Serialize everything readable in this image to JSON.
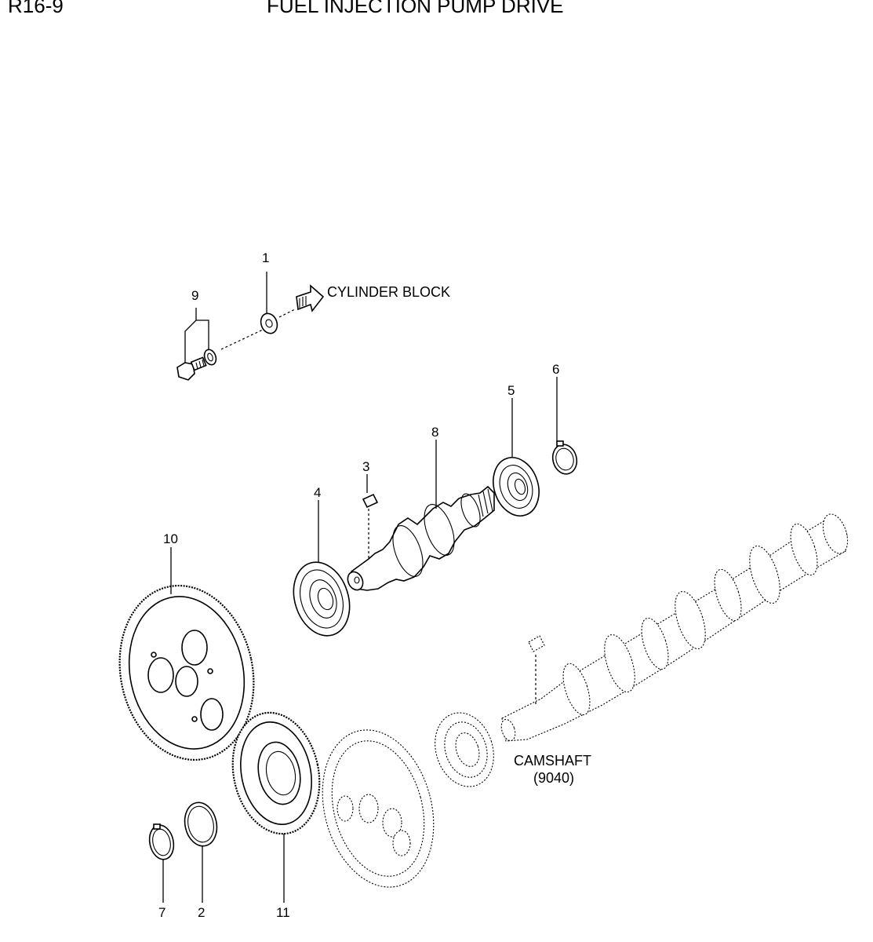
{
  "header": {
    "page_code": "R16-9",
    "title": "FUEL INJECTION PUMP DRIVE"
  },
  "callouts": {
    "c1": "1",
    "c2": "2",
    "c3": "3",
    "c4": "4",
    "c5": "5",
    "c6": "6",
    "c7": "7",
    "c8": "8",
    "c9": "9",
    "c10": "10",
    "c11": "11"
  },
  "annotations": {
    "cylinder_block": "CYLINDER BLOCK",
    "camshaft": "CAMSHAFT",
    "camshaft_code": "(9040)"
  }
}
